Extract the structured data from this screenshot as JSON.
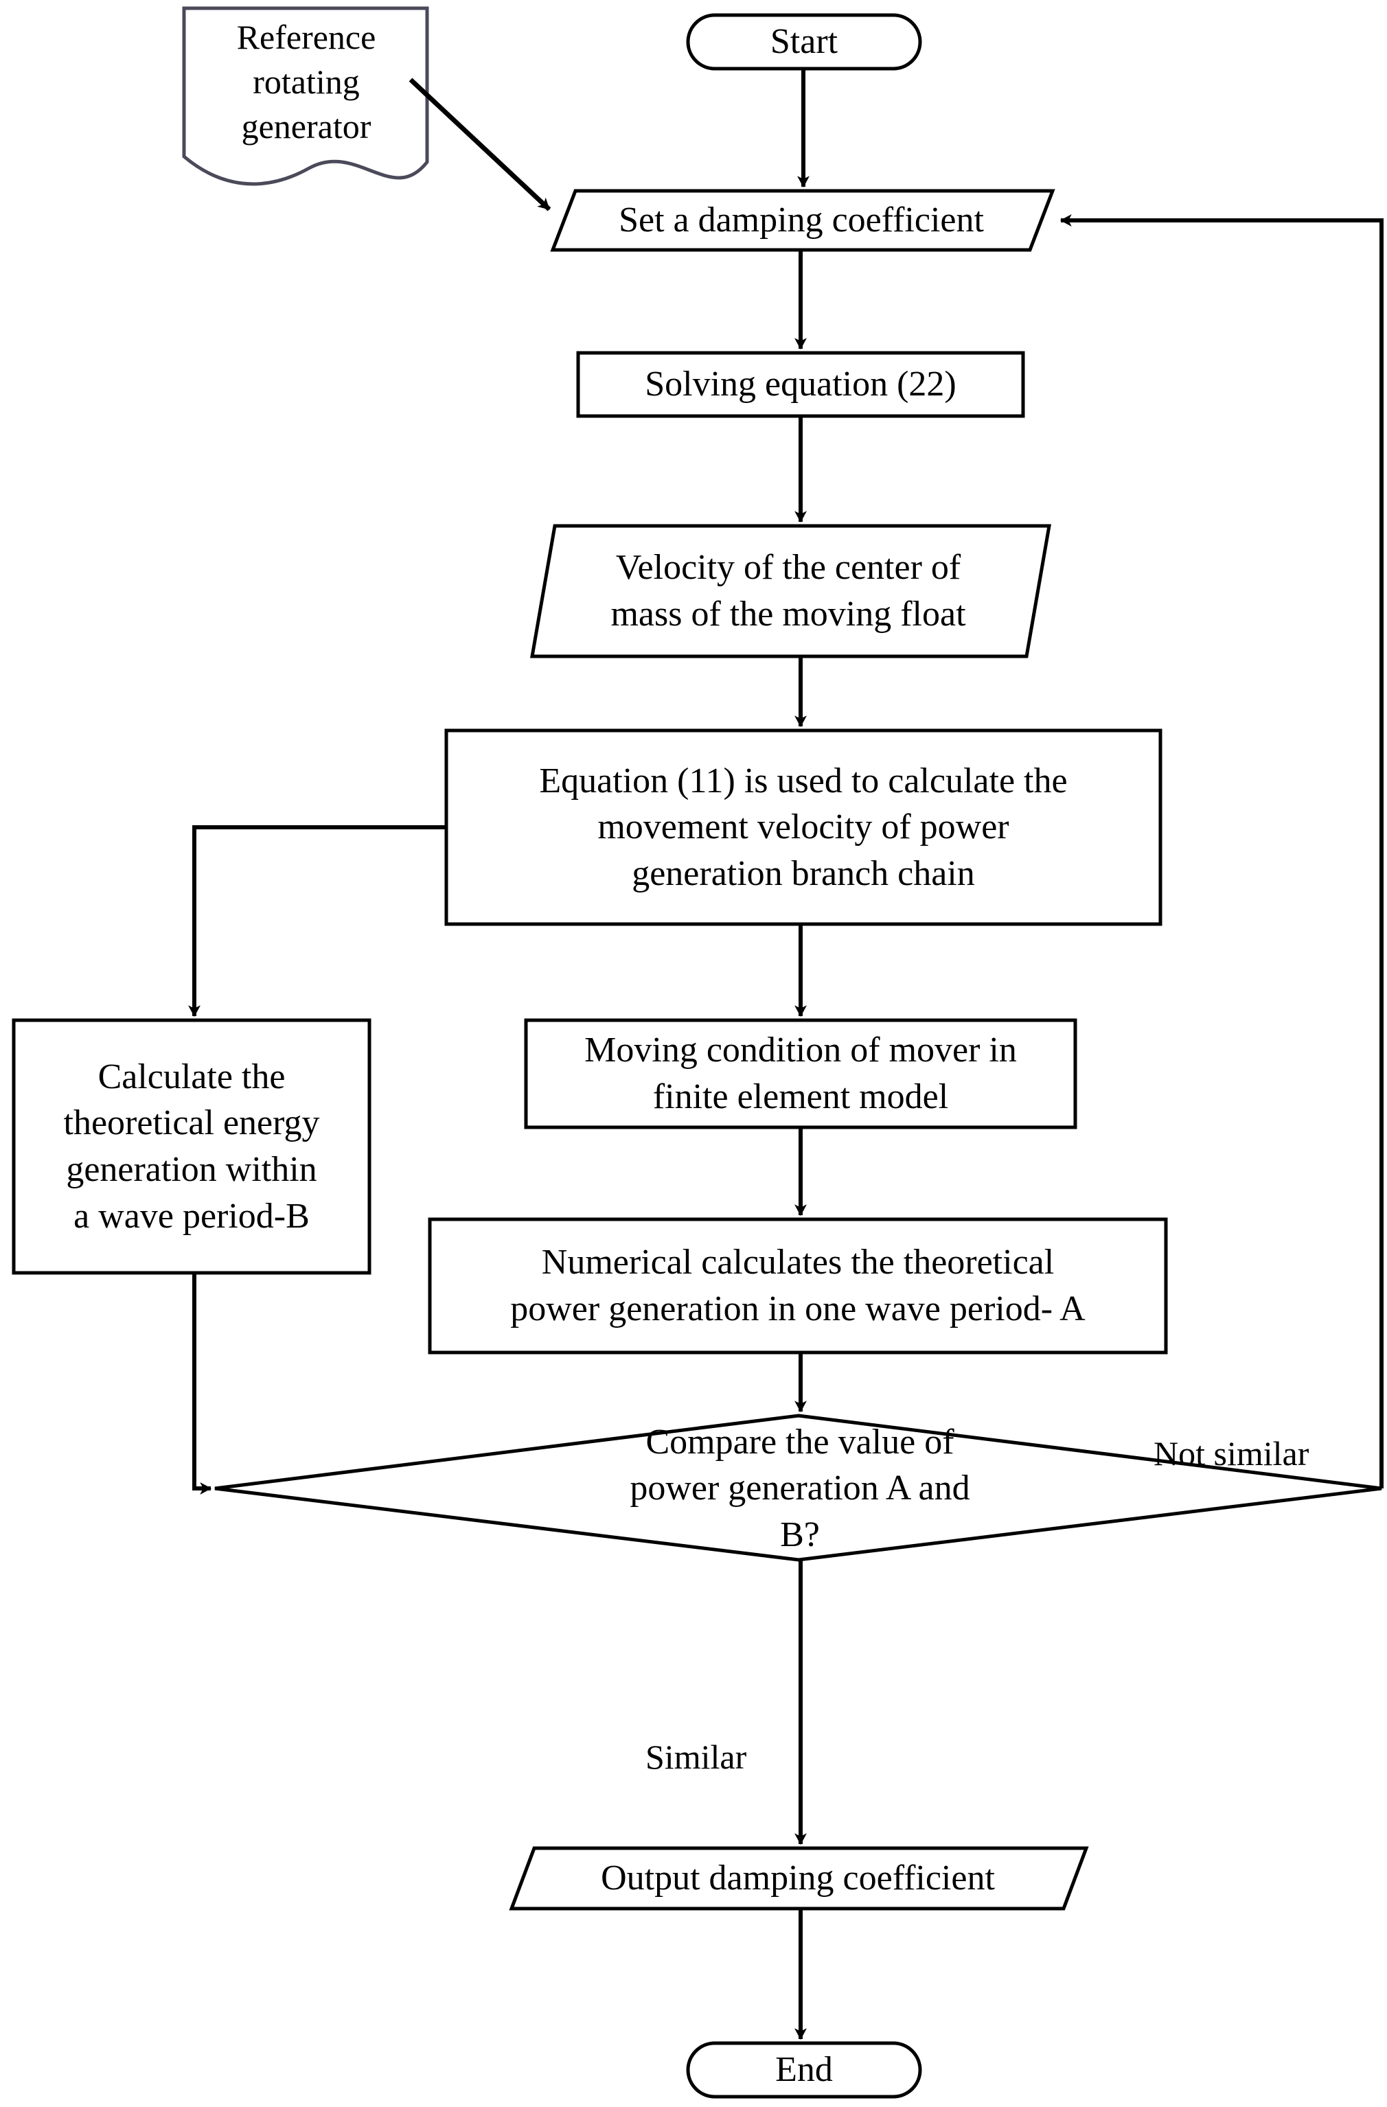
{
  "diagram": {
    "type": "flowchart",
    "orientation": "vertical",
    "background_color": "#ffffff",
    "line_color": "#000000",
    "text_color": "#000000"
  },
  "nodes": {
    "reference_doc": {
      "shape": "document",
      "label": "Reference\nrotating\ngenerator",
      "lines": [
        "Reference",
        "rotating",
        "generator"
      ]
    },
    "start": {
      "shape": "terminator",
      "label": "Start"
    },
    "set_damping": {
      "shape": "parallelogram",
      "label": "Set a damping coefficient"
    },
    "solving_eq22": {
      "shape": "process",
      "label": "Solving equation (22)"
    },
    "velocity_float": {
      "shape": "parallelogram",
      "label": "Velocity of the center of\nmass of the moving float",
      "lines": [
        "Velocity of the center of",
        "mass of the moving float"
      ]
    },
    "equation11": {
      "shape": "process",
      "label": "Equation (11) is used to calculate the\nmovement velocity of power\ngeneration branch chain",
      "lines": [
        "Equation (11) is used to calculate the",
        "movement velocity of power",
        "generation branch chain"
      ]
    },
    "calculate_theoretical_b": {
      "shape": "process",
      "label": "Calculate the\ntheoretical energy\ngeneration within\na wave period-B",
      "lines": [
        "Calculate the",
        "theoretical energy",
        "generation within",
        "a wave period-B"
      ]
    },
    "moving_condition": {
      "shape": "process",
      "label": "Moving condition of mover in\nfinite element model",
      "lines": [
        "Moving condition of mover in",
        "finite element model"
      ]
    },
    "numerical_calculates_a": {
      "shape": "process",
      "label": "Numerical calculates the theoretical\npower generation in one wave period- A",
      "lines": [
        "Numerical calculates the theoretical",
        "power generation in one wave period- A"
      ]
    },
    "compare_decision": {
      "shape": "decision",
      "label": "Compare the value of\npower generation A and\nB?",
      "lines": [
        "Compare the value of",
        "power generation A and",
        "B?"
      ]
    },
    "output_damping": {
      "shape": "parallelogram",
      "label": "Output damping coefficient"
    },
    "end": {
      "shape": "terminator",
      "label": "End"
    }
  },
  "edge_labels": {
    "not_similar": "Not similar",
    "similar": "Similar"
  }
}
